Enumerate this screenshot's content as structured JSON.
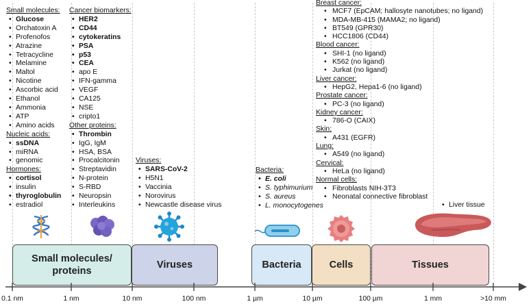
{
  "columns": {
    "small_molecules": {
      "heading": "Small molecules:",
      "items": [
        {
          "text": "Glucose",
          "style": "b"
        },
        {
          "text": "Orchatoxin A"
        },
        {
          "text": "Profenofos"
        },
        {
          "text": "Atrazine"
        },
        {
          "text": "Tetracycline"
        },
        {
          "text": "Melamine"
        },
        {
          "text": "Maltol"
        },
        {
          "text": "Nicotine"
        },
        {
          "text": "Ascorbic acid"
        },
        {
          "text": "Ethanol"
        },
        {
          "text": "Ammonia"
        },
        {
          "text": "ATP"
        },
        {
          "text": "Amino acids"
        }
      ]
    },
    "nucleic_acids": {
      "heading": "Nucleic acids:",
      "items": [
        {
          "text": "ssDNA",
          "style": "b"
        },
        {
          "text": "miRNA"
        },
        {
          "text": "genomic"
        }
      ]
    },
    "hormones": {
      "heading": "Hormones:",
      "items": [
        {
          "text": "cortisol",
          "style": "b"
        },
        {
          "text": "insulin"
        },
        {
          "text": "thyroglobulin",
          "style": "b"
        },
        {
          "text": "estradiol"
        }
      ]
    },
    "cancer_biomarkers": {
      "heading": "Cancer biomarkers:",
      "items": [
        {
          "text": "HER2",
          "style": "b"
        },
        {
          "text": "CD44",
          "style": "b"
        },
        {
          "text": "cytokeratins",
          "style": "b"
        },
        {
          "text": "PSA",
          "style": "b"
        },
        {
          "text": "p53",
          "style": "b"
        },
        {
          "text": "CEA",
          "style": "b"
        },
        {
          "text": "apo E"
        },
        {
          "text": "IFN-gamma"
        },
        {
          "text": "VEGF"
        },
        {
          "text": "CA125"
        },
        {
          "text": "NSE"
        },
        {
          "text": "cripto1"
        }
      ]
    },
    "other_proteins": {
      "heading": "Other proteins:",
      "items": [
        {
          "text": "Thrombin",
          "style": "b"
        },
        {
          "text": "IgG, IgM"
        },
        {
          "text": "HSA, BSA"
        },
        {
          "text": "Procalcitonin"
        },
        {
          "text": "Streptavidin"
        },
        {
          "text": "N-protein"
        },
        {
          "text": "S-RBD"
        },
        {
          "text": "Neuropsin"
        },
        {
          "text": "Interleukins"
        }
      ]
    },
    "viruses": {
      "heading": "Viruses:",
      "items": [
        {
          "text": "SARS-CoV-2",
          "style": "b"
        },
        {
          "text": "H5N1"
        },
        {
          "text": "Vaccinia"
        },
        {
          "text": "Norovirus"
        },
        {
          "text": "Newcastle disease virus"
        }
      ]
    },
    "bacteria": {
      "heading": "Bacteria",
      "heading_suffix": ":",
      "items": [
        {
          "text": "E. coli",
          "style": "bi"
        },
        {
          "text": "S. typhimurium",
          "style": "i"
        },
        {
          "text": "S. aureus",
          "style": "i"
        },
        {
          "text": "L. monocytogenes",
          "style": "i"
        }
      ]
    },
    "cells": [
      {
        "heading": "Breast cancer:",
        "items": [
          {
            "text": "MCF7 (EpCAM; hallosyte nanotubes; no ligand)"
          },
          {
            "text": "MDA-MB-415 (MAMA2; no ligand)"
          },
          {
            "text": "BT549 (GPR30)"
          },
          {
            "text": "HCC1806 (CD44)"
          }
        ]
      },
      {
        "heading": "Blood cancer:",
        "items": [
          {
            "text": "SHI-1 (no ligand)"
          },
          {
            "text": "K562 (no ligand)"
          },
          {
            "text": "Jurkat (no ligand)"
          }
        ]
      },
      {
        "heading": "Liver cancer:",
        "items": [
          {
            "text": "HepG2, Hepa1-6 (no ligand)"
          }
        ]
      },
      {
        "heading": "Prostate cancer:",
        "items": [
          {
            "text": "PC-3 (no ligand)"
          }
        ]
      },
      {
        "heading": "Kidney cancer:",
        "items": [
          {
            "text": "786-O (CAIX)"
          }
        ]
      },
      {
        "heading": "Skin:",
        "items": [
          {
            "text": "A431 (EGFR)"
          }
        ]
      },
      {
        "heading": "Lung:",
        "items": [
          {
            "text": "A549 (no ligand)"
          }
        ]
      },
      {
        "heading": "Cervical:",
        "items": [
          {
            "text": "HeLa (no ligand)"
          }
        ]
      },
      {
        "heading": "Normal cells:",
        "items": [
          {
            "text": "Fibroblasts NIH-3T3"
          },
          {
            "text": "Neonatal connective fibroblast"
          }
        ]
      }
    ],
    "tissues_item": "Liver tissue"
  },
  "categories": {
    "small_molecules_proteins": {
      "line1": "Small molecules/",
      "line2": "proteins",
      "fill": "#d4ede8"
    },
    "viruses": {
      "label": "Viruses",
      "fill": "#cdd3e8"
    },
    "bacteria": {
      "label": "Bacteria",
      "fill": "#d7e8f6"
    },
    "cells": {
      "label": "Cells",
      "fill": "#f3dfc3"
    },
    "tissues": {
      "label": "Tissues",
      "fill": "#f1d4d4"
    }
  },
  "axis": {
    "ticks": [
      "0.1 nm",
      "1 nm",
      "10 nm",
      "100 nm",
      "1 µm",
      "10 µm",
      "100 µm",
      "1 mm",
      ">10 mm"
    ]
  },
  "icons": [
    "dna-strand-icon",
    "protein-icon",
    "virus-icon",
    "bacterium-icon",
    "cell-icon",
    "liver-tissue-icon"
  ]
}
